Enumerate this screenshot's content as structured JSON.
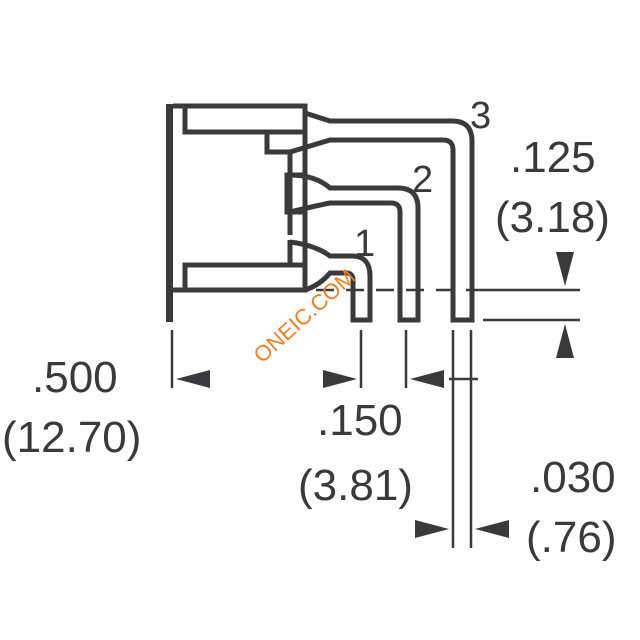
{
  "pins": {
    "p1": "1",
    "p2": "2",
    "p3": "3"
  },
  "dimensions": {
    "height_in": ".125",
    "height_mm": "(3.18)",
    "width_in": ".500",
    "width_mm": "(12.70)",
    "pitch_in": ".150",
    "pitch_mm": "(3.81)",
    "pin_in": ".030",
    "pin_mm": "(.76)"
  },
  "watermark": "ONEIC.COM",
  "colors": {
    "line": "#3a3a3c",
    "watermark": "#f47f20"
  }
}
